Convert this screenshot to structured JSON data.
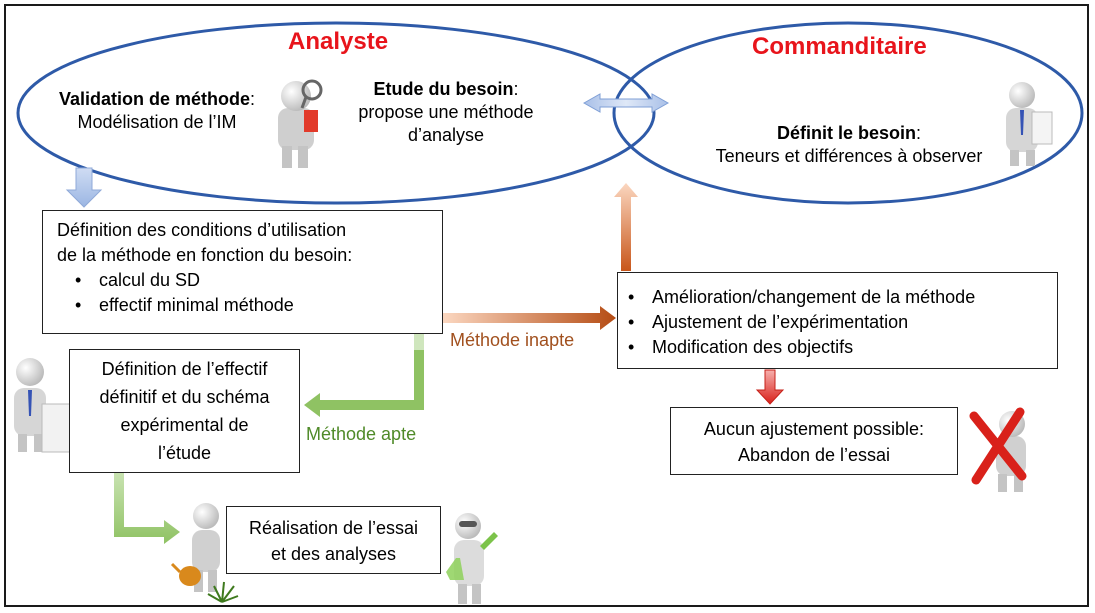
{
  "analyste": {
    "title": "Analyste",
    "validation_bold": "Validation de méthode",
    "validation_colon": ":",
    "validation_line2": "Modélisation de l’IM",
    "etude_bold": "Etude du besoin",
    "etude_colon": ":",
    "etude_line2": "propose une méthode",
    "etude_line3": "d’analyse"
  },
  "commanditaire": {
    "title": "Commanditaire",
    "definit_bold": "Définit le besoin",
    "definit_colon": ":",
    "definit_line2": "Teneurs et différences à observer"
  },
  "conditions_box": {
    "line1": "Définition des conditions d’utilisation",
    "line2": "de la méthode en fonction du besoin:",
    "bullets": [
      "calcul du SD",
      "effectif minimal méthode"
    ]
  },
  "improvement_box": {
    "bullets": [
      "Amélioration/changement de la méthode",
      "Ajustement de l’expérimentation",
      "Modification des objectifs"
    ]
  },
  "effectif_box": {
    "lines": [
      "Définition de l’effectif",
      "définitif et du schéma",
      "expérimental de",
      "l’étude"
    ]
  },
  "abandon_box": {
    "lines": [
      "Aucun ajustement possible:",
      "Abandon de l’essai"
    ]
  },
  "realisation_box": {
    "lines": [
      "Réalisation de l’essai",
      "et des analyses"
    ]
  },
  "labels": {
    "methode_inapte": "Méthode inapte",
    "methode_apte": "Méthode apte"
  },
  "colors": {
    "ellipse_stroke": "#2e5aa8",
    "title_red": "#e8141b",
    "inapte_brown": "#a1501e",
    "apte_green": "#4f8a28",
    "abandon_red": "#d9211a"
  },
  "icons": [
    "analyst-magnifier-figure",
    "client-document-figure",
    "double-arrow-icon",
    "presenter-figure",
    "gardener-figure",
    "scientist-figure",
    "red-x-figure"
  ]
}
